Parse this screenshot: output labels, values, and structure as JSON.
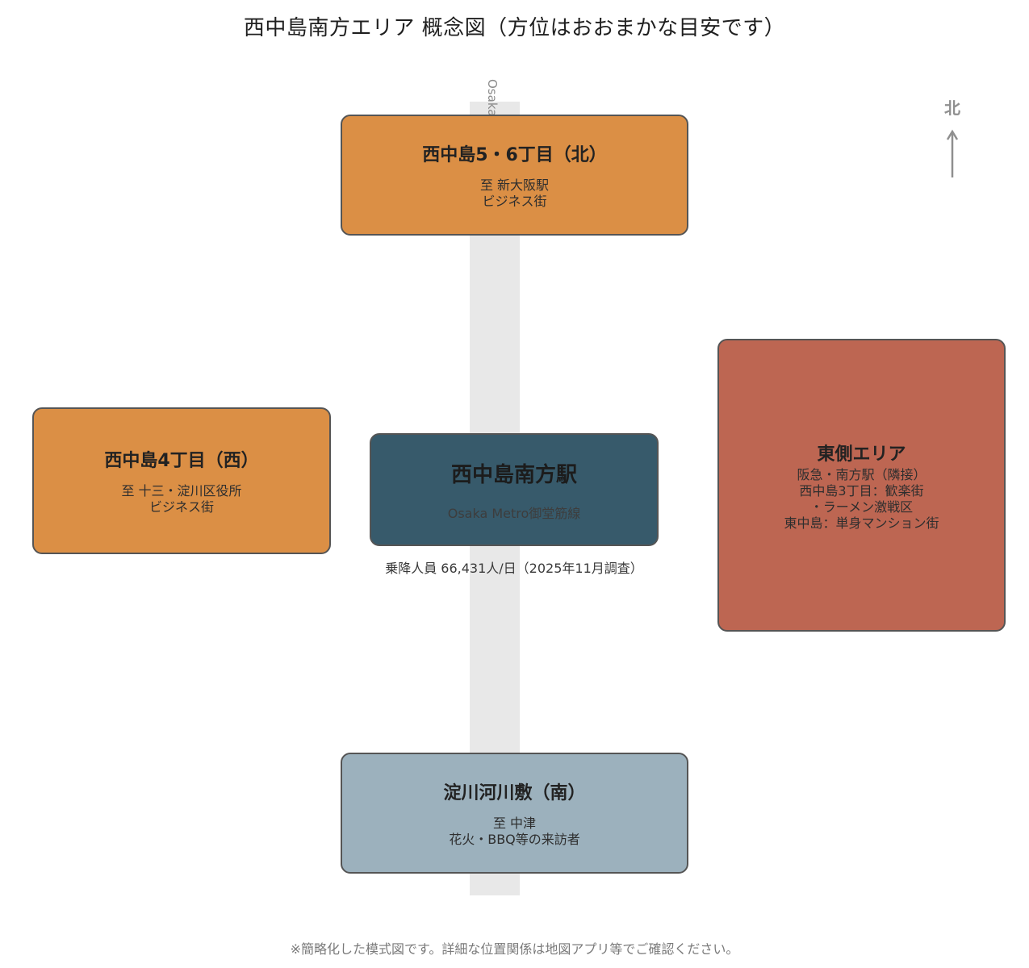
{
  "title": "西中島南方エリア 概念図（方位はおおまかな目安です）",
  "rail_line_label": "Osaka Metro御堂筋線",
  "compass": {
    "label": "北",
    "icon": "north-arrow-icon"
  },
  "areas": {
    "north": {
      "name": "西中島5・6丁目（北）",
      "lines": [
        "至 新大阪駅",
        "ビジネス街"
      ]
    },
    "west": {
      "name": "西中島4丁目（西）",
      "lines": [
        "至 十三・淀川区役所",
        "ビジネス街"
      ]
    },
    "station": {
      "name": "西中島南方駅",
      "lines": [
        "Osaka Metro御堂筋線"
      ],
      "ridership": "乗降人員 66,431人/日（2025年11月調査）"
    },
    "east": {
      "name": "東側エリア",
      "lines": [
        "阪急・南方駅（隣接）",
        "西中島3丁目：歓楽街",
        "・ラーメン激戦区",
        "東中島：単身マンション街"
      ]
    },
    "south": {
      "name": "淀川河川敷（南）",
      "lines": [
        "至 中津",
        "花火・BBQ等の来訪者"
      ]
    }
  },
  "colors": {
    "business_area": "#db8f45",
    "station": "#375a6b",
    "east_area": "#bd6652",
    "river_area": "#9cb1bd",
    "rail_band": "#e8e8e8"
  },
  "footnote": "※簡略化した模式図です。詳細な位置関係は地図アプリ等でご確認ください。"
}
